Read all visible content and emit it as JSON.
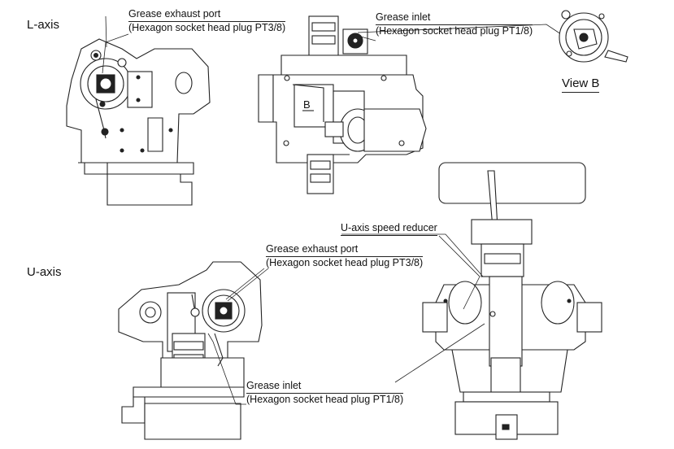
{
  "l_axis": {
    "title": "L-axis",
    "exhaust": {
      "name": "Grease exhaust port",
      "detail": "(Hexagon socket head plug PT3/8)"
    },
    "inlet": {
      "name": "Grease inlet",
      "detail": "(Hexagon socket head plug PT1/8)"
    },
    "section_label": "B",
    "view_label": "View B"
  },
  "u_axis": {
    "title": "U-axis",
    "reducer": "U-axis speed reducer",
    "exhaust": {
      "name": "Grease exhaust port",
      "detail": "(Hexagon socket head plug PT3/8)"
    },
    "inlet": {
      "name": "Grease inlet",
      "detail": "(Hexagon socket head plug PT1/8)"
    }
  }
}
